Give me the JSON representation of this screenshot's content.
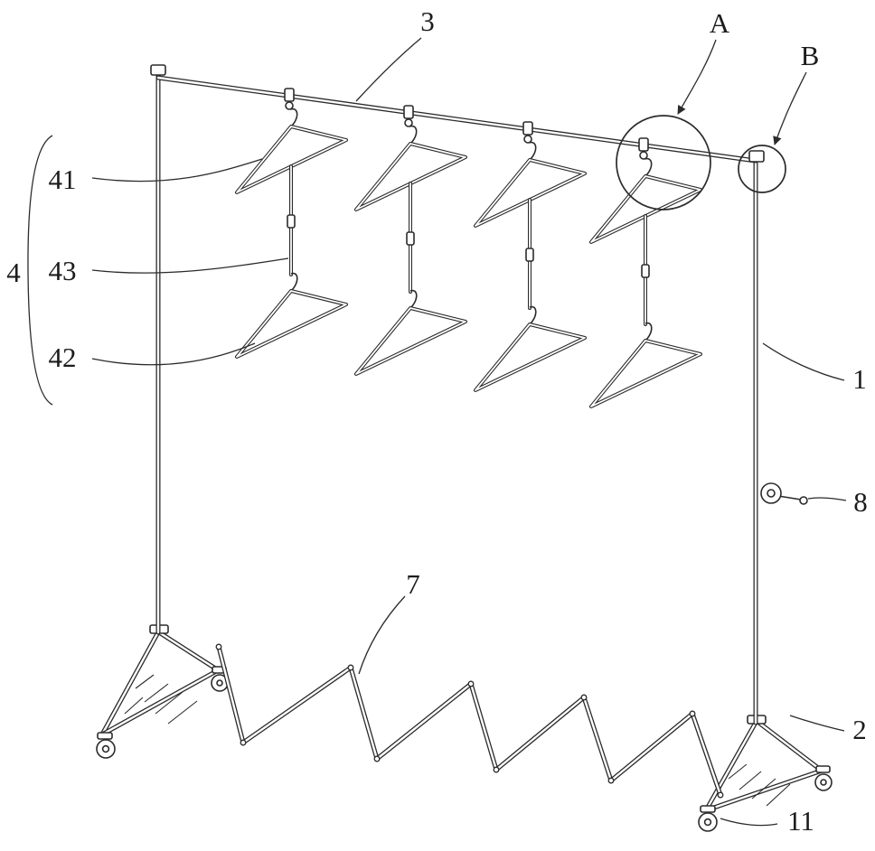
{
  "figure": {
    "background_color": "#ffffff",
    "line_color": "#2b2b2b"
  },
  "labels": {
    "top_rail": "3",
    "detail_a": "A",
    "detail_b": "B",
    "upper_hanger": "41",
    "hanger_assembly": "4",
    "link_rod": "43",
    "lower_hanger": "42",
    "right_post": "1",
    "crank": "8",
    "folding_linkage": "7",
    "right_base": "2",
    "caster": "11"
  }
}
